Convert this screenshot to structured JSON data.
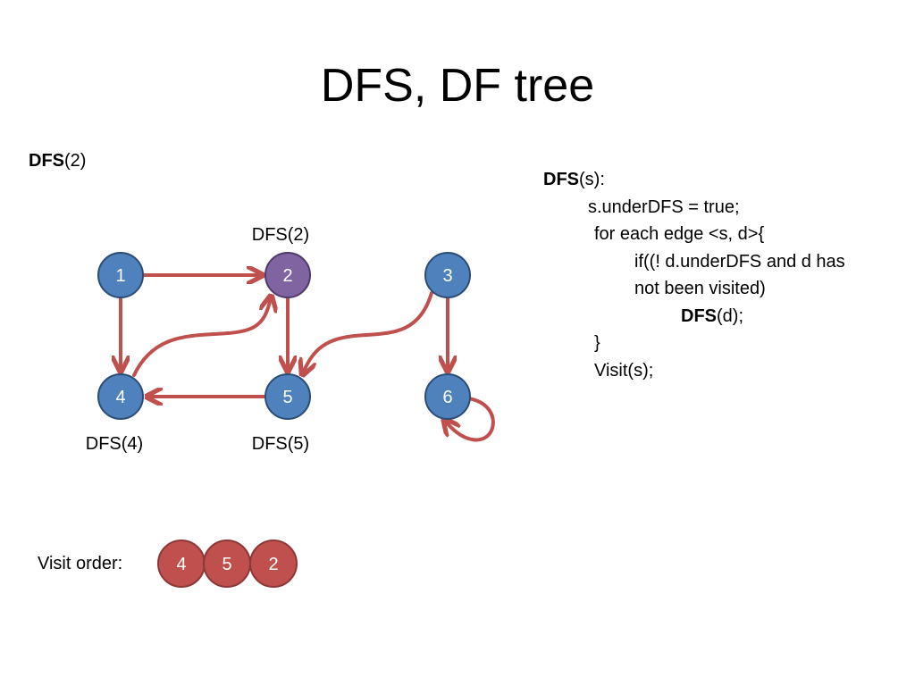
{
  "slide": {
    "title": "DFS, DF tree"
  },
  "current_call": {
    "func": "DFS",
    "arg": "(2)"
  },
  "graph": {
    "nodes": [
      {
        "id": "1",
        "state": "unvisited"
      },
      {
        "id": "2",
        "state": "in-dfs"
      },
      {
        "id": "3",
        "state": "unvisited"
      },
      {
        "id": "4",
        "state": "unvisited"
      },
      {
        "id": "5",
        "state": "unvisited"
      },
      {
        "id": "6",
        "state": "unvisited"
      }
    ],
    "edges": [
      {
        "from": "1",
        "to": "2"
      },
      {
        "from": "1",
        "to": "4"
      },
      {
        "from": "2",
        "to": "5"
      },
      {
        "from": "4",
        "to": "2"
      },
      {
        "from": "5",
        "to": "4"
      },
      {
        "from": "3",
        "to": "5"
      },
      {
        "from": "3",
        "to": "6"
      },
      {
        "from": "6",
        "to": "6"
      }
    ],
    "dfs_labels": {
      "n2": "DFS(2)",
      "n4": "DFS(4)",
      "n5": "DFS(5)"
    }
  },
  "visit_order": {
    "label": "Visit order:",
    "items": [
      "4",
      "5",
      "2"
    ]
  },
  "pseudocode": {
    "line1_func": "DFS",
    "line1_rest": "(s):",
    "line2": "s.underDFS = true;",
    "line3": "for each edge <s, d>{",
    "line4": "if((! d.underDFS and d has",
    "line5": "not been visited)",
    "line6_func": "DFS",
    "line6_rest": "(d);",
    "line7": "}",
    "line8": "Visit(s);"
  },
  "colors": {
    "node_blue": "#4f81bd",
    "node_blue_border": "#2c4d75",
    "node_purple": "#8064a2",
    "node_purple_border": "#4f3b69",
    "visit_red": "#c0504d",
    "visit_red_border": "#8c3836",
    "edge_red": "#c0504d"
  }
}
